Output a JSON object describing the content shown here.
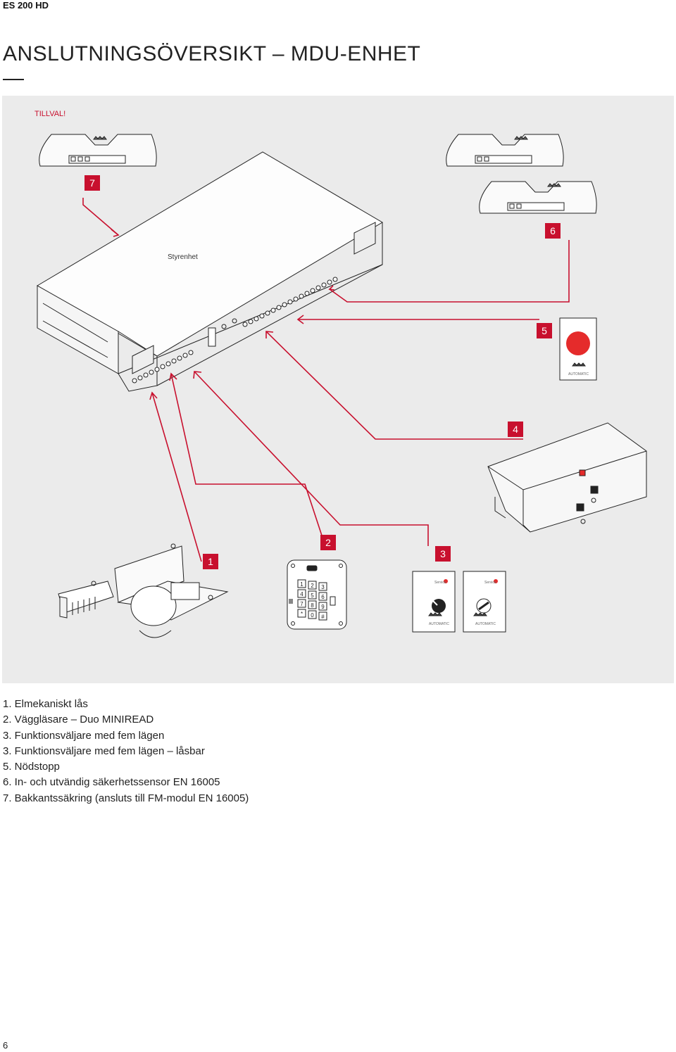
{
  "header": {
    "model": "ES 200 HD"
  },
  "title": "ANSLUTNINGSÖVERSIKT – MDU-ENHET",
  "diagram": {
    "optional_label": "TILLVAL!",
    "controller_label": "Styrenhet",
    "badges": [
      "7",
      "6",
      "5",
      "4",
      "1",
      "2",
      "3"
    ],
    "service_label": "Service",
    "automatic_label": "AUTOMATIC",
    "keypad_keys": [
      "1",
      "2",
      "3",
      "4",
      "5",
      "6",
      "7",
      "8",
      "9",
      "*",
      "0",
      "#"
    ],
    "accent_color": "#c8102e"
  },
  "legend": [
    "1. Elmekaniskt lås",
    "2. Väggläsare – Duo MINIREAD",
    "3. Funktionsväljare med fem lägen",
    "3. Funktionsväljare med fem lägen – låsbar",
    "5. Nödstopp",
    "6. In- och utvändig säkerhetssensor EN 16005",
    "7. Bakkantssäkring (ansluts till FM-modul EN 16005)"
  ],
  "page_number": "6"
}
